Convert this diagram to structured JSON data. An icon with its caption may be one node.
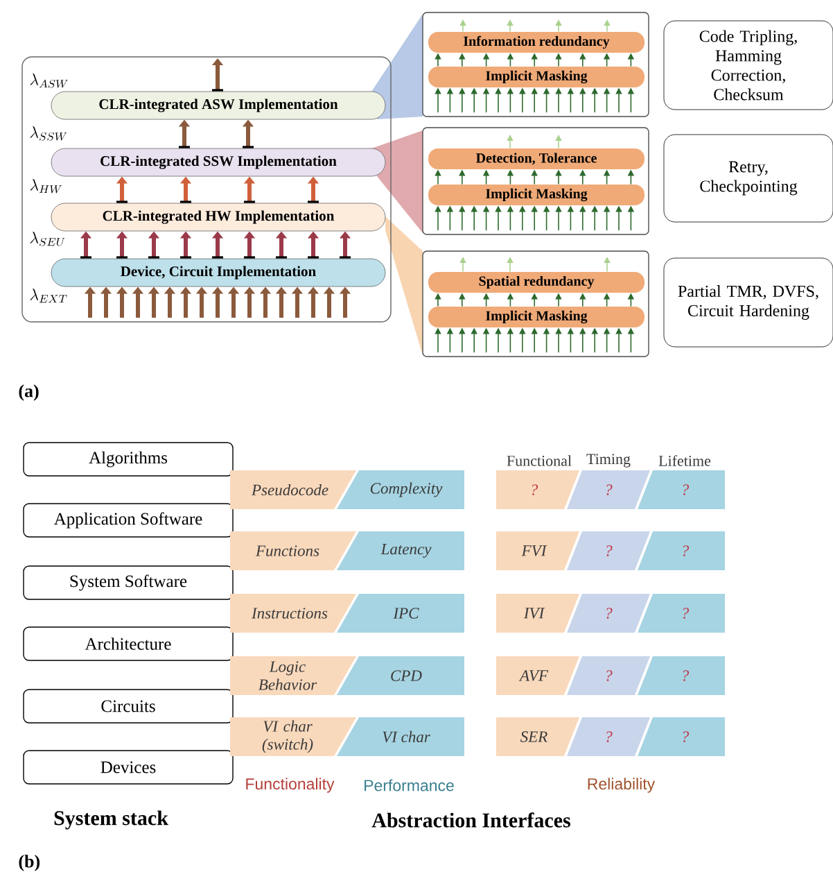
{
  "diagram": {
    "nodes": [
      {
        "text": [],
        "shape": "box"
      },
      {
        "text": [
          "CLR-integrated ASW Implementation"
        ],
        "in": 0
      },
      {
        "text": [
          "CLR-integrated SSW Implementation"
        ],
        "in": 0
      },
      {
        "text": [
          "CLR-integrated HW Implementation"
        ],
        "in": 0
      },
      {
        "text": [
          "Device, Circuit Implementation"
        ],
        "in": 0
      },
      {
        "text": [],
        "shape": "box"
      },
      {
        "text": [
          "Information  redundancy"
        ],
        "in": 5
      },
      {
        "text": [
          "Implicit Masking"
        ],
        "in": 5
      },
      {
        "text": [
          "Code Tripling, Hamming Correction, Checksum"
        ]
      },
      {
        "text": [],
        "shape": "box"
      },
      {
        "text": [
          "Detection, Tolerance"
        ],
        "in": 9
      },
      {
        "text": [
          "Implicit Masking"
        ],
        "in": 9
      },
      {
        "text": [
          "Retry, Checkpointing"
        ]
      },
      {
        "text": [],
        "shape": "box"
      },
      {
        "text": [
          "Spatial redundancy"
        ],
        "in": 13
      },
      {
        "text": [
          "Implicit Masking"
        ],
        "in": 13
      },
      {
        "text": [
          "Partial TMR, DVFS, Circuit Hardening"
        ]
      },
      {
        "text": [
          "Algorithms"
        ]
      },
      {
        "text": [
          "Application Software"
        ]
      },
      {
        "text": [
          "System Software"
        ]
      },
      {
        "text": [
          "Architecture"
        ]
      },
      {
        "text": [
          "Circuits"
        ]
      },
      {
        "text": [
          "Devices"
        ]
      },
      {
        "text": [
          "Pseudocode"
        ]
      },
      {
        "text": [
          "Complexity"
        ]
      },
      {
        "text": [
          "Functions"
        ]
      },
      {
        "text": [
          "Latency"
        ]
      },
      {
        "text": [
          "Instructions"
        ]
      },
      {
        "text": [
          "IPC"
        ]
      },
      {
        "text": [
          "Logic Behavior"
        ]
      },
      {
        "text": [
          "CPD"
        ]
      },
      {
        "text": [
          "VI char (switch)"
        ]
      },
      {
        "text": [
          "VI char"
        ]
      },
      {
        "text": [
          "?"
        ]
      },
      {
        "text": [
          "?"
        ]
      },
      {
        "text": [
          "?"
        ]
      },
      {
        "text": [
          "FVI"
        ]
      },
      {
        "text": [
          "?"
        ]
      },
      {
        "text": [
          "?"
        ]
      },
      {
        "text": [
          "IVI"
        ]
      },
      {
        "text": [
          "?"
        ]
      },
      {
        "text": [
          "?"
        ]
      },
      {
        "text": [
          "AVF"
        ]
      },
      {
        "text": [
          "?"
        ]
      },
      {
        "text": [
          "?"
        ]
      },
      {
        "text": [
          "SER"
        ]
      },
      {
        "text": [
          "?"
        ]
      },
      {
        "text": [
          "?"
        ]
      },
      {
        "text": [],
        "shape": "wedge"
      },
      {
        "text": [],
        "shape": "wedge"
      },
      {
        "text": [],
        "shape": "wedge"
      }
    ],
    "edges": [
      {
        "from": 1,
        "to": null,
        "arrow": "to",
        "style": "thick",
        "color": "#8b5a3c"
      },
      {
        "from": 2,
        "to": 1,
        "arrow": "to",
        "style": "thick",
        "color": "#8b5a3c"
      },
      {
        "from": 2,
        "to": 1,
        "arrow": "to",
        "style": "thick",
        "color": "#8b5a3c"
      },
      {
        "from": 3,
        "to": 2,
        "arrow": "to",
        "style": "thick",
        "color": "#d0603a"
      },
      {
        "from": 3,
        "to": 2,
        "arrow": "to",
        "style": "thick",
        "color": "#d0603a"
      },
      {
        "from": 3,
        "to": 2,
        "arrow": "to",
        "style": "thick",
        "color": "#d0603a"
      },
      {
        "from": 3,
        "to": 2,
        "arrow": "to",
        "style": "thick",
        "color": "#d0603a"
      },
      {
        "from": 4,
        "to": 3,
        "arrow": "to",
        "style": "thick",
        "color": "#9b3a4a"
      },
      {
        "from": 4,
        "to": 3,
        "arrow": "to",
        "style": "thick",
        "color": "#9b3a4a"
      },
      {
        "from": 4,
        "to": 3,
        "arrow": "to",
        "style": "thick",
        "color": "#9b3a4a"
      },
      {
        "from": 4,
        "to": 3,
        "arrow": "to",
        "style": "thick",
        "color": "#9b3a4a"
      },
      {
        "from": 4,
        "to": 3,
        "arrow": "to",
        "style": "thick",
        "color": "#9b3a4a"
      },
      {
        "from": 4,
        "to": 3,
        "arrow": "to",
        "style": "thick",
        "color": "#9b3a4a"
      },
      {
        "from": 4,
        "to": 3,
        "arrow": "to",
        "style": "thick",
        "color": "#9b3a4a"
      },
      {
        "from": 4,
        "to": 3,
        "arrow": "to",
        "style": "thick",
        "color": "#9b3a4a"
      },
      {
        "from": 4,
        "to": 3,
        "arrow": "to",
        "style": "thick",
        "color": "#9b3a4a"
      },
      {
        "from": null,
        "to": 4,
        "arrow": "to",
        "style": "thick",
        "color": "#8b5a3c"
      },
      {
        "from": null,
        "to": 4,
        "arrow": "to",
        "style": "thick",
        "color": "#8b5a3c"
      },
      {
        "from": null,
        "to": 4,
        "arrow": "to",
        "style": "thick",
        "color": "#8b5a3c"
      },
      {
        "from": null,
        "to": 4,
        "arrow": "to",
        "style": "thick",
        "color": "#8b5a3c"
      },
      {
        "from": null,
        "to": 4,
        "arrow": "to",
        "style": "thick",
        "color": "#8b5a3c"
      },
      {
        "from": null,
        "to": 4,
        "arrow": "to",
        "style": "thick",
        "color": "#8b5a3c"
      },
      {
        "from": null,
        "to": 4,
        "arrow": "to",
        "style": "thick",
        "color": "#8b5a3c"
      },
      {
        "from": null,
        "to": 4,
        "arrow": "to",
        "style": "thick",
        "color": "#8b5a3c"
      },
      {
        "from": null,
        "to": 4,
        "arrow": "to",
        "style": "thick",
        "color": "#8b5a3c"
      },
      {
        "from": null,
        "to": 4,
        "arrow": "to",
        "style": "thick",
        "color": "#8b5a3c"
      },
      {
        "from": null,
        "to": 4,
        "arrow": "to",
        "style": "thick",
        "color": "#8b5a3c"
      },
      {
        "from": null,
        "to": 4,
        "arrow": "to",
        "style": "thick",
        "color": "#8b5a3c"
      },
      {
        "from": null,
        "to": 4,
        "arrow": "to",
        "style": "thick",
        "color": "#8b5a3c"
      },
      {
        "from": null,
        "to": 4,
        "arrow": "to",
        "style": "thick",
        "color": "#8b5a3c"
      },
      {
        "from": null,
        "to": 4,
        "arrow": "to",
        "style": "thick",
        "color": "#8b5a3c"
      },
      {
        "from": null,
        "to": 4,
        "arrow": "to",
        "style": "thick",
        "color": "#8b5a3c"
      },
      {
        "from": null,
        "to": 4,
        "arrow": "to",
        "style": "thick",
        "color": "#8b5a3c"
      },
      {
        "from": null,
        "to": 7,
        "arrow": "to"
      },
      {
        "from": null,
        "to": 7,
        "arrow": "to"
      },
      {
        "from": null,
        "to": 7,
        "arrow": "to"
      },
      {
        "from": null,
        "to": 7,
        "arrow": "to"
      },
      {
        "from": null,
        "to": 7,
        "arrow": "to"
      },
      {
        "from": null,
        "to": 7,
        "arrow": "to"
      },
      {
        "from": null,
        "to": 7,
        "arrow": "to"
      },
      {
        "from": null,
        "to": 7,
        "arrow": "to"
      },
      {
        "from": null,
        "to": 7,
        "arrow": "to"
      },
      {
        "from": null,
        "to": 7,
        "arrow": "to"
      },
      {
        "from": null,
        "to": 7,
        "arrow": "to"
      },
      {
        "from": null,
        "to": 7,
        "arrow": "to"
      },
      {
        "from": null,
        "to": 7,
        "arrow": "to"
      },
      {
        "from": null,
        "to": 7,
        "arrow": "to"
      },
      {
        "from": null,
        "to": 7,
        "arrow": "to"
      },
      {
        "from": null,
        "to": 7,
        "arrow": "to"
      },
      {
        "from": null,
        "to": 7,
        "arrow": "to"
      },
      {
        "from": 7,
        "to": 6,
        "arrow": "to"
      },
      {
        "from": 7,
        "to": 6,
        "arrow": "to"
      },
      {
        "from": 7,
        "to": 6,
        "arrow": "to"
      },
      {
        "from": 7,
        "to": 6,
        "arrow": "to"
      },
      {
        "from": 7,
        "to": 6,
        "arrow": "to"
      },
      {
        "from": 7,
        "to": 6,
        "arrow": "to"
      },
      {
        "from": 7,
        "to": 6,
        "arrow": "to"
      },
      {
        "from": 7,
        "to": 6,
        "arrow": "to"
      },
      {
        "from": 7,
        "to": 6,
        "arrow": "to"
      },
      {
        "from": 6,
        "to": null,
        "arrow": "to",
        "color": "#a9d18e"
      },
      {
        "from": 6,
        "to": null,
        "arrow": "to",
        "color": "#a9d18e"
      },
      {
        "from": 6,
        "to": null,
        "arrow": "to",
        "color": "#a9d18e"
      },
      {
        "from": 6,
        "to": null,
        "arrow": "to",
        "color": "#a9d18e"
      },
      {
        "from": null,
        "to": 11,
        "arrow": "to"
      },
      {
        "from": null,
        "to": 11,
        "arrow": "to"
      },
      {
        "from": null,
        "to": 11,
        "arrow": "to"
      },
      {
        "from": null,
        "to": 11,
        "arrow": "to"
      },
      {
        "from": null,
        "to": 11,
        "arrow": "to"
      },
      {
        "from": null,
        "to": 11,
        "arrow": "to"
      },
      {
        "from": null,
        "to": 11,
        "arrow": "to"
      },
      {
        "from": null,
        "to": 11,
        "arrow": "to"
      },
      {
        "from": null,
        "to": 11,
        "arrow": "to"
      },
      {
        "from": null,
        "to": 11,
        "arrow": "to"
      },
      {
        "from": null,
        "to": 11,
        "arrow": "to"
      },
      {
        "from": null,
        "to": 11,
        "arrow": "to"
      },
      {
        "from": null,
        "to": 11,
        "arrow": "to"
      },
      {
        "from": null,
        "to": 11,
        "arrow": "to"
      },
      {
        "from": null,
        "to": 11,
        "arrow": "to"
      },
      {
        "from": null,
        "to": 11,
        "arrow": "to"
      },
      {
        "from": null,
        "to": 11,
        "arrow": "to"
      },
      {
        "from": 11,
        "to": 10,
        "arrow": "to"
      },
      {
        "from": 11,
        "to": 10,
        "arrow": "to"
      },
      {
        "from": 11,
        "to": 10,
        "arrow": "to"
      },
      {
        "from": 11,
        "to": 10,
        "arrow": "to"
      },
      {
        "from": 11,
        "to": 10,
        "arrow": "to"
      },
      {
        "from": 11,
        "to": 10,
        "arrow": "to"
      },
      {
        "from": 11,
        "to": 10,
        "arrow": "to"
      },
      {
        "from": 11,
        "to": 10,
        "arrow": "to"
      },
      {
        "from": 11,
        "to": 10,
        "arrow": "to"
      },
      {
        "from": 10,
        "to": null,
        "arrow": "to",
        "color": "#a9d18e"
      },
      {
        "from": 10,
        "to": null,
        "arrow": "to",
        "color": "#a9d18e"
      },
      {
        "from": null,
        "to": 15,
        "arrow": "to"
      },
      {
        "from": null,
        "to": 15,
        "arrow": "to"
      },
      {
        "from": null,
        "to": 15,
        "arrow": "to"
      },
      {
        "from": null,
        "to": 15,
        "arrow": "to"
      },
      {
        "from": null,
        "to": 15,
        "arrow": "to"
      },
      {
        "from": null,
        "to": 15,
        "arrow": "to"
      },
      {
        "from": null,
        "to": 15,
        "arrow": "to"
      },
      {
        "from": null,
        "to": 15,
        "arrow": "to"
      },
      {
        "from": null,
        "to": 15,
        "arrow": "to"
      },
      {
        "from": null,
        "to": 15,
        "arrow": "to"
      },
      {
        "from": null,
        "to": 15,
        "arrow": "to"
      },
      {
        "from": null,
        "to": 15,
        "arrow": "to"
      },
      {
        "from": null,
        "to": 15,
        "arrow": "to"
      },
      {
        "from": null,
        "to": 15,
        "arrow": "to"
      },
      {
        "from": null,
        "to": 15,
        "arrow": "to"
      },
      {
        "from": null,
        "to": 15,
        "arrow": "to"
      },
      {
        "from": null,
        "to": 15,
        "arrow": "to"
      },
      {
        "from": 15,
        "to": 14,
        "arrow": "to"
      },
      {
        "from": 15,
        "to": 14,
        "arrow": "to"
      },
      {
        "from": 15,
        "to": 14,
        "arrow": "to"
      },
      {
        "from": 15,
        "to": 14,
        "arrow": "to"
      },
      {
        "from": 15,
        "to": 14,
        "arrow": "to"
      },
      {
        "from": 15,
        "to": 14,
        "arrow": "to"
      },
      {
        "from": 15,
        "to": 14,
        "arrow": "to"
      },
      {
        "from": 15,
        "to": 14,
        "arrow": "to"
      },
      {
        "from": 15,
        "to": 14,
        "arrow": "to"
      },
      {
        "from": 14,
        "to": null,
        "arrow": "to",
        "color": "#a9d18e"
      },
      {
        "from": 14,
        "to": null,
        "arrow": "to",
        "color": "#a9d18e"
      },
      {
        "from": 14,
        "to": null,
        "arrow": "to",
        "color": "#a9d18e"
      }
    ],
    "labels": [
      "\\lambda_{ASW}",
      "\\lambda_{SSW}",
      "\\lambda_{HW}",
      "\\lambda_{SEU}",
      "\\lambda_{EXT}",
      "(a)",
      "Functional",
      "Timing",
      "Lifetime",
      "Functionality",
      "Performance",
      "Reliability",
      "System stack",
      "Abstraction Interfaces",
      "(b)"
    ]
  }
}
